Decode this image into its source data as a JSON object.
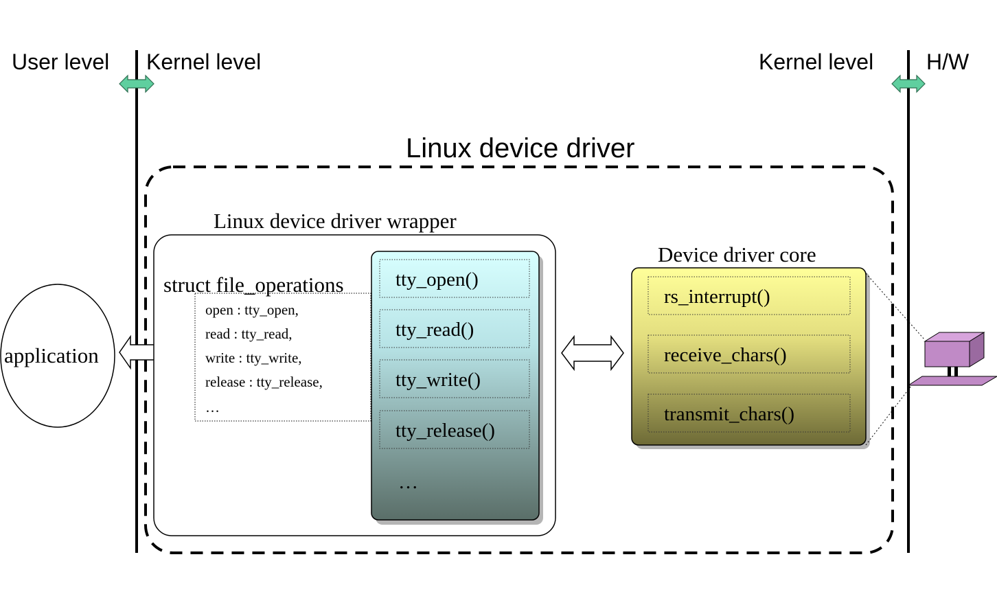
{
  "levels": {
    "left_user": "User level",
    "left_kernel": "Kernel level",
    "right_kernel": "Kernel level",
    "right_hw": "H/W"
  },
  "title": "Linux device driver",
  "application": "application",
  "wrapper": {
    "title": "Linux device driver wrapper",
    "struct_title": "struct file_operations",
    "struct_lines": [
      "open : tty_open,",
      "read : tty_read,",
      "write : tty_write,",
      "release : tty_release,",
      "…"
    ],
    "functions": [
      "tty_open()",
      "tty_read()",
      "tty_write()",
      "tty_release()"
    ],
    "ellipsis": "…"
  },
  "core": {
    "title": "Device driver core",
    "functions": [
      "rs_interrupt()",
      "receive_chars()",
      "transmit_chars()"
    ]
  },
  "icons": {
    "hardware": "computer-hardware-icon",
    "boundary_arrow": "double-arrow-icon"
  },
  "colors": {
    "boundary_arrow_fill": "#5fcf9f",
    "hardware_fill": "#c08ac6",
    "wrapper_gradient_top": "#d8ffff",
    "wrapper_gradient_bottom": "#5a6e68",
    "core_gradient_top": "#ffff9a",
    "core_gradient_bottom": "#6d6a36"
  }
}
